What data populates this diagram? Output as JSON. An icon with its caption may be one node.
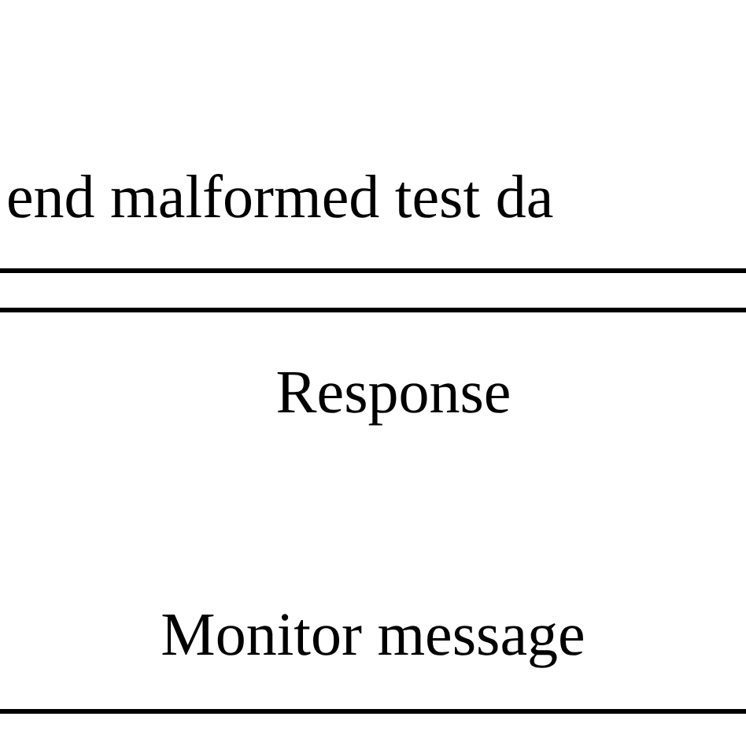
{
  "diagram": {
    "labels": [
      "end malformed test da",
      "Response",
      "Monitor message"
    ]
  }
}
